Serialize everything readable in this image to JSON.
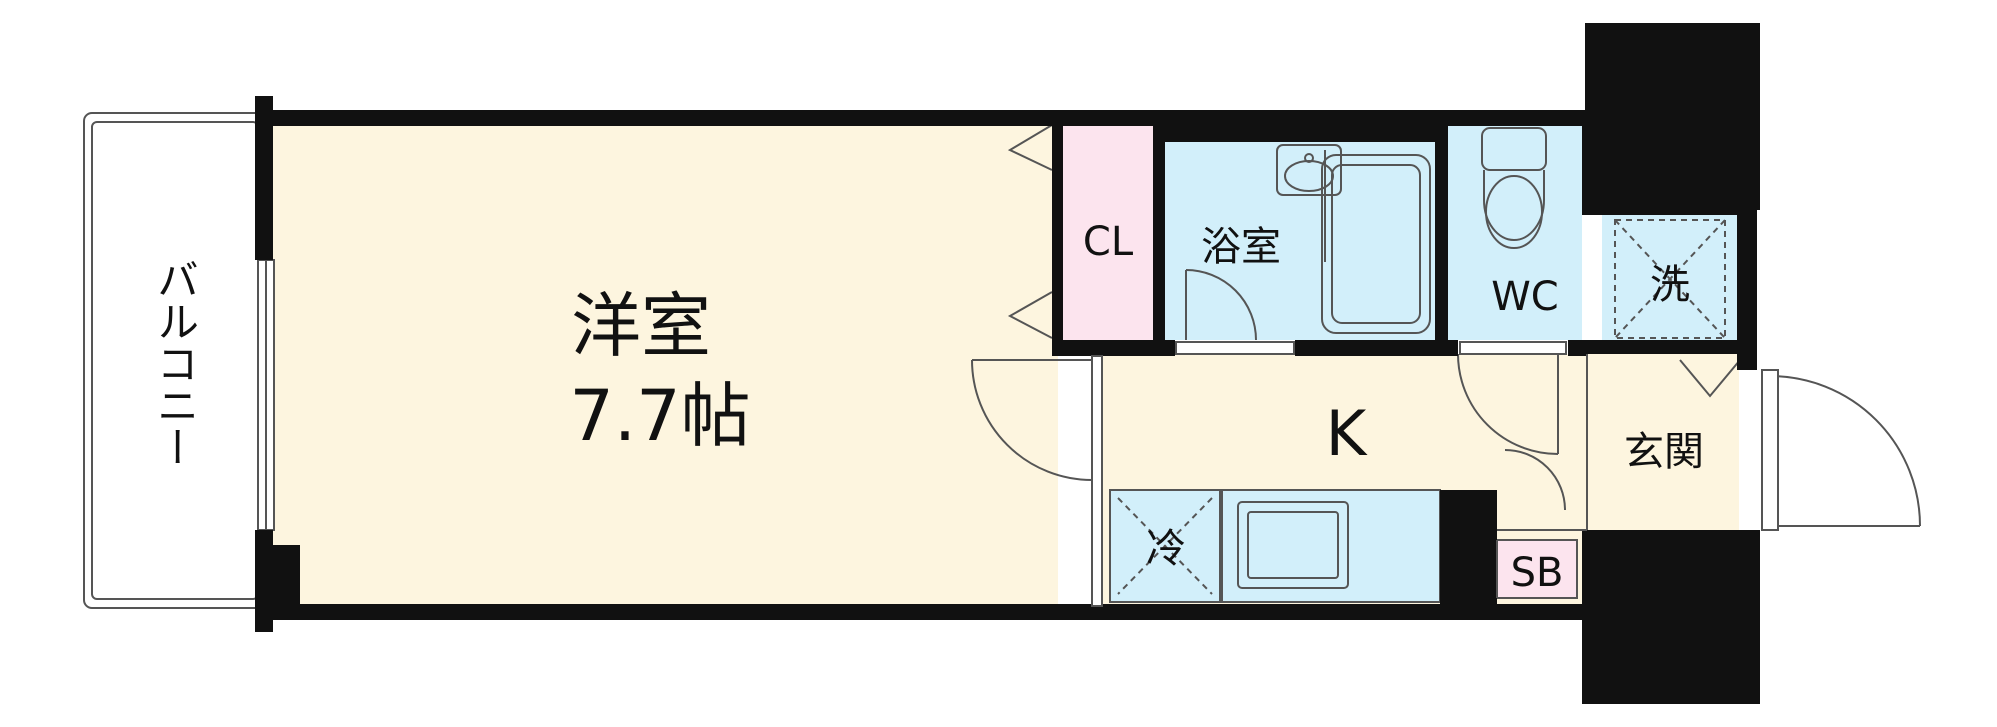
{
  "rooms": {
    "balcony": "バルコニー",
    "western_room": "洋室",
    "western_room_size": "7.7帖",
    "closet": "CL",
    "bathroom": "浴室",
    "toilet": "WC",
    "washer": "洗",
    "kitchen": "K",
    "fridge": "冷",
    "entrance": "玄関",
    "shoe_box": "SB"
  },
  "colors": {
    "wall": "#111111",
    "room_floor": "#fdf5df",
    "wet_area": "#d2effa",
    "closet": "#fce4ee",
    "balcony": "#ffffff"
  }
}
